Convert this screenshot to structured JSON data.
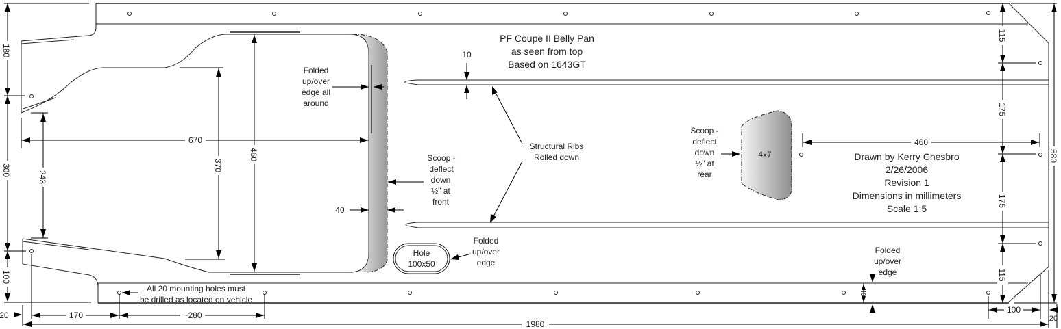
{
  "title": {
    "line1": "PF Coupe II Belly Pan",
    "line2": "as seen from top",
    "line3": "Based on 1643GT"
  },
  "title_block": {
    "drawn_by": "Drawn by Kerry Chesbro",
    "date": "2/26/2006",
    "revision": "Revision 1",
    "units": "Dimensions in millimeters",
    "scale": "Scale 1:5"
  },
  "annotations": {
    "folded_all_around": [
      "Folded",
      "up/over",
      "edge all",
      "around"
    ],
    "scoop_front": [
      "Scoop -",
      "deflect",
      "down",
      "½\" at",
      "front"
    ],
    "scoop_rear": [
      "Scoop -",
      "deflect",
      "down",
      "½\" at",
      "rear"
    ],
    "structural_ribs": [
      "Structural Ribs",
      "Rolled down"
    ],
    "hole": [
      "Hole",
      "100x50"
    ],
    "folded_hole": [
      "Folded",
      "up/over",
      "edge"
    ],
    "folded_bottom": [
      "Folded",
      "up/over",
      "edge"
    ],
    "mounting_holes": [
      "All 20 mounting holes must",
      "be drilled as located on vehicle"
    ],
    "scoop_rear_size": "4x7"
  },
  "dimensions": {
    "left_180": "180",
    "left_300": "300",
    "left_100": "100",
    "inner_243": "243",
    "width_670": "670",
    "height_370": "370",
    "height_460": "460",
    "rib_10": "10",
    "scoop_40": "40",
    "right_115_top": "115",
    "right_175_top": "175",
    "right_175_bottom": "175",
    "right_115_bottom": "115",
    "total_580": "580",
    "span_460": "460",
    "flange_40": "40",
    "bottom_20_left": "20",
    "bottom_170": "170",
    "bottom_280": "~280",
    "total_1980": "1980",
    "bottom_100": "100",
    "bottom_20_right": "20"
  }
}
